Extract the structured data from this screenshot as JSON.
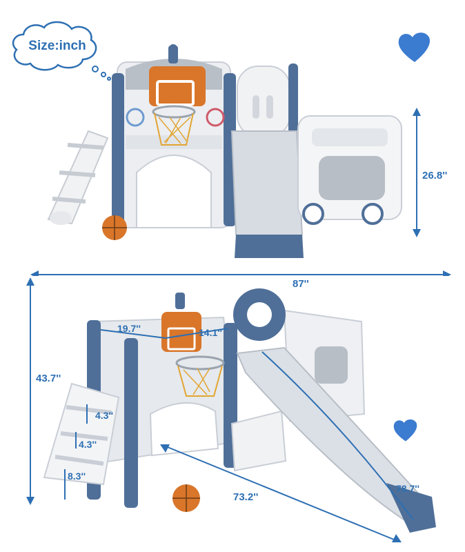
{
  "badge": {
    "label": "Size:inch"
  },
  "dimensions": {
    "top_height": "26.8''",
    "total_length": "87''",
    "total_height": "43.7''",
    "width_a": "19.7''",
    "width_b": "14.1''",
    "step_1": "4.3''",
    "step_2": "4.3''",
    "step_3": "8.3''",
    "base_length": "73.2''",
    "slide_length": "78.7''"
  },
  "colors": {
    "accent": "#2d6fb3",
    "navy": "#4a6b93",
    "frame": "#e8eaed",
    "gray": "#b8bec6",
    "orange": "#d9762a"
  }
}
